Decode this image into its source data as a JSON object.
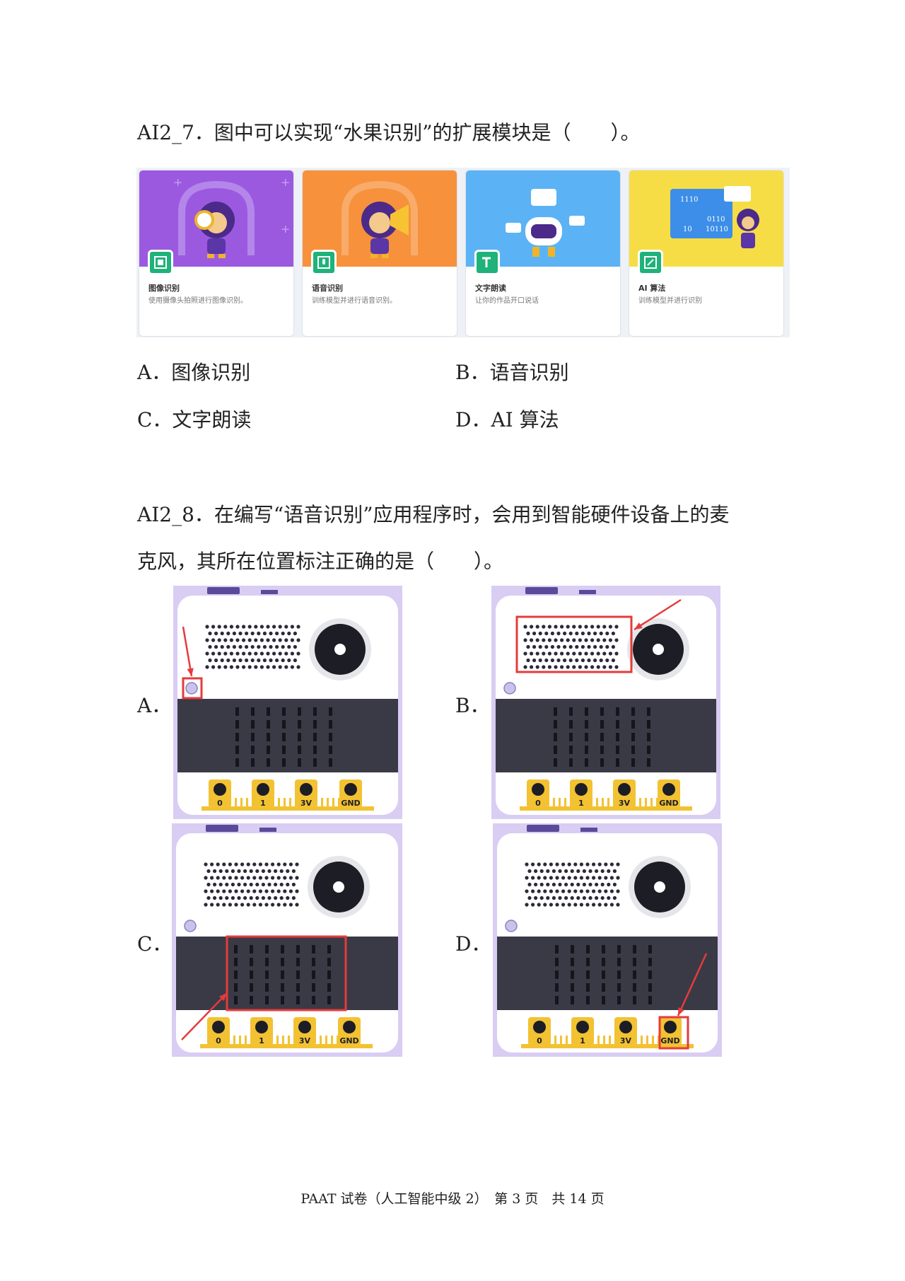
{
  "question7": {
    "text": "AI2_7．图中可以实现“水果识别”的扩展模块是（　　）。",
    "cards": [
      {
        "title": "图像识别",
        "desc": "使用摄像头拍照进行图像识别。",
        "color": "#9b59e0"
      },
      {
        "title": "语音识别",
        "desc": "训练模型并进行语音识别。",
        "color": "#f7913c"
      },
      {
        "title": "文字朗读",
        "desc": "让你的作品开口说话",
        "color": "#5bb3f5"
      },
      {
        "title": "AI 算法",
        "desc": "训练模型并进行识别",
        "color": "#f7dd45"
      }
    ],
    "card3_banner_text": [
      "1110",
      "0110",
      "10",
      "10110"
    ],
    "options": {
      "A": "A．图像识别",
      "B": "B．语音识别",
      "C": "C．文字朗读",
      "D": "D．AI 算法"
    }
  },
  "question8": {
    "line1": "AI2_8．在编写“语音识别”应用程序时，会用到智能硬件设备上的麦",
    "line2": "克风，其所在位置标注正确的是（　　）。",
    "labels": {
      "A": "A．",
      "B": "B．",
      "C": "C．",
      "D": "D．"
    },
    "pins": [
      "0",
      "1",
      "3V",
      "GND"
    ]
  },
  "footer": "PAAT 试卷（人工智能中级 2）　第 3 页　共 14 页"
}
